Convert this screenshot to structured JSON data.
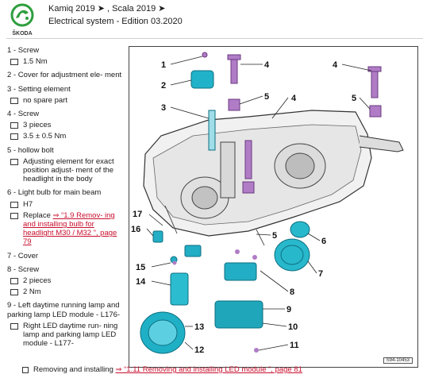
{
  "header": {
    "brand": "ŠKODA",
    "models": "Kamiq 2019 ➤ , Scala 2019 ➤",
    "subtitle": "Electrical system - Edition 03.2020"
  },
  "legend": [
    {
      "title": "1 - Screw",
      "subs": [
        {
          "text": "1.5 Nm"
        }
      ]
    },
    {
      "title": "2 - Cover for adjustment ele- ment",
      "subs": []
    },
    {
      "title": "3 - Setting element",
      "subs": [
        {
          "text": "no spare part"
        }
      ]
    },
    {
      "title": "4 - Screw",
      "subs": [
        {
          "text": "3 pieces"
        },
        {
          "text": "3.5 ± 0.5 Nm"
        }
      ]
    },
    {
      "title": "5 - hollow bolt",
      "subs": [
        {
          "text": "Adjusting element for exact position adjust- ment of the headlight in the body"
        }
      ]
    },
    {
      "title": "6 - Light bulb for main beam",
      "subs": [
        {
          "text": "H7"
        },
        {
          "text": "Replace ",
          "link": "⇒ “1.9 Remov- ing and installing bulb for headlight M30 / M32 ”, page 79"
        }
      ]
    },
    {
      "title": "7 - Cover",
      "subs": []
    },
    {
      "title": "8 - Screw",
      "subs": [
        {
          "text": "2 pieces"
        },
        {
          "text": "2 Nm"
        }
      ]
    },
    {
      "title": "9 - Left daytime running lamp and parking lamp LED module - L176-",
      "subs": [
        {
          "text": "Right LED daytime run- ning lamp and parking lamp LED module - L177-"
        }
      ]
    }
  ],
  "bottom": {
    "text": "Removing and installing ",
    "link": "⇒ “1.11 Removing and installing LED module ”, page 81"
  },
  "figure": {
    "code": "S94-10453",
    "callouts": [
      "1",
      "2",
      "3",
      "4",
      "4",
      "5",
      "4",
      "5",
      "17",
      "16",
      "15",
      "14",
      "13",
      "12",
      "6",
      "7",
      "8",
      "9",
      "10",
      "11"
    ]
  }
}
